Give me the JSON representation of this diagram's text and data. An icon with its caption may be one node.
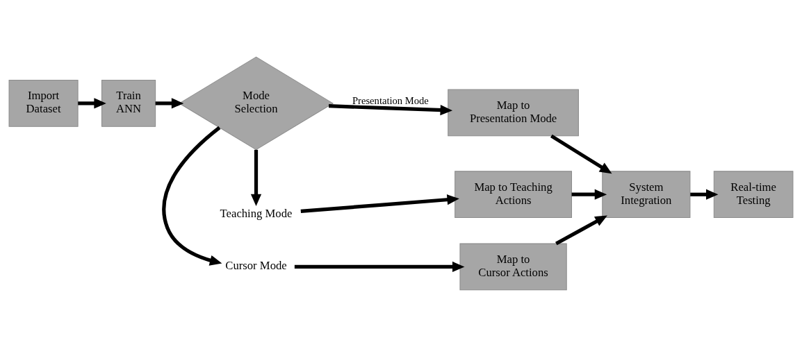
{
  "diagram": {
    "nodes": [
      {
        "text": [
          "Import Dataset"
        ]
      },
      {
        "text": [
          "Train ANN"
        ]
      },
      {
        "text": [
          "Mode Selection"
        ]
      },
      {
        "text": [
          "Cursor Mode"
        ]
      },
      {
        "text": [
          "Map to Cursor Actions"
        ]
      },
      {
        "text": [
          "Map to Presentation Mode"
        ]
      },
      {
        "text": [
          "Teaching Mode"
        ]
      },
      {
        "text": [
          "Map to Teaching Actions"
        ]
      },
      {
        "text": [
          "System Integration"
        ]
      },
      {
        "text": [
          "Real-time Testing"
        ]
      }
    ],
    "edges": [
      {
        "from": 0,
        "to": 1,
        "arrow": "to"
      },
      {
        "from": 1,
        "to": 2,
        "arrow": "to"
      },
      {
        "from": 2,
        "to": 3,
        "arrow": "to"
      },
      {
        "from": 3,
        "to": 4,
        "arrow": "to"
      },
      {
        "from": 2,
        "to": 5,
        "arrow": "to",
        "label": "Presentation Mode"
      },
      {
        "from": 2,
        "to": 6,
        "arrow": "to"
      },
      {
        "from": 6,
        "to": 7,
        "arrow": "to"
      },
      {
        "from": 4,
        "to": 8,
        "arrow": "to"
      },
      {
        "from": 5,
        "to": 8,
        "arrow": "to"
      },
      {
        "from": 7,
        "to": 8,
        "arrow": "to"
      },
      {
        "from": 8,
        "to": 9,
        "arrow": "to"
      }
    ]
  }
}
